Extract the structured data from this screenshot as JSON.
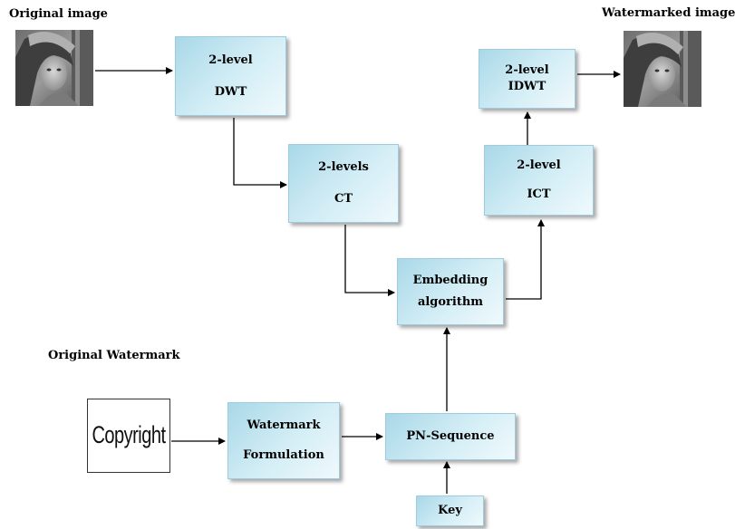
{
  "labels": {
    "original_image": "Original image",
    "watermarked_image": "Watermarked image",
    "original_watermark": "Original Watermark"
  },
  "blocks": {
    "dwt": {
      "line1": "2-level",
      "line2": "DWT"
    },
    "ct": {
      "line1": "2-levels",
      "line2": "CT"
    },
    "embedding": {
      "line1": "Embedding",
      "line2": "algorithm"
    },
    "ict": {
      "line1": "2-level",
      "line2": "ICT"
    },
    "idwt": {
      "line1": "2-level",
      "line2": "IDWT"
    },
    "watermark_formulation": {
      "line1": "Watermark",
      "line2": "Formulation"
    },
    "pn_sequence": {
      "line1": "PN-Sequence"
    },
    "key": {
      "line1": "Key"
    }
  },
  "watermark_card": {
    "text": "Copyright"
  },
  "colors": {
    "box_light": "#eff9fc",
    "box_dark": "#a9d8e8",
    "arrow": "#000000"
  }
}
